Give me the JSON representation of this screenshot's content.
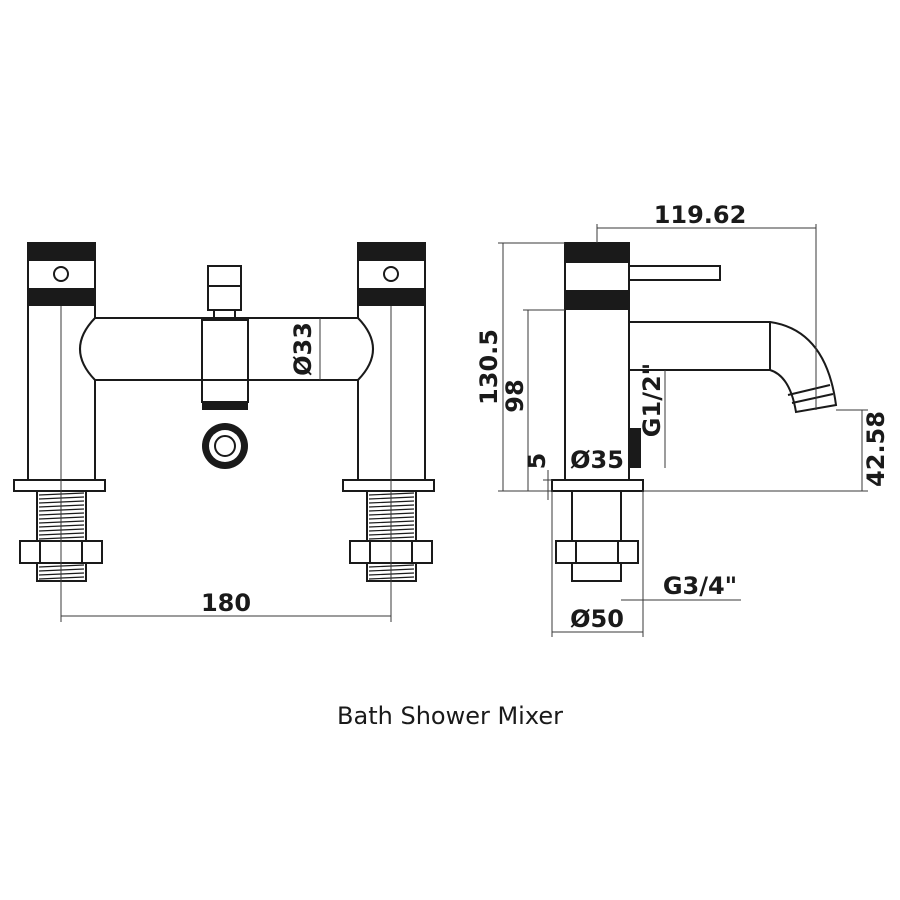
{
  "caption": "Bath Shower Mixer",
  "dimensions": {
    "centres": "180",
    "body_diameter": "Ø33",
    "projection": "119.62",
    "overall_height": "130.5",
    "spout_height": "98",
    "washer_height": "5",
    "handle_diameter": "Ø35",
    "shower_outlet": "G1/2\"",
    "spout_clearance": "42.58",
    "inlet_thread": "G3/4\"",
    "base_diameter": "Ø50"
  },
  "colors": {
    "line": "#1a1a1a",
    "background": "#ffffff"
  }
}
